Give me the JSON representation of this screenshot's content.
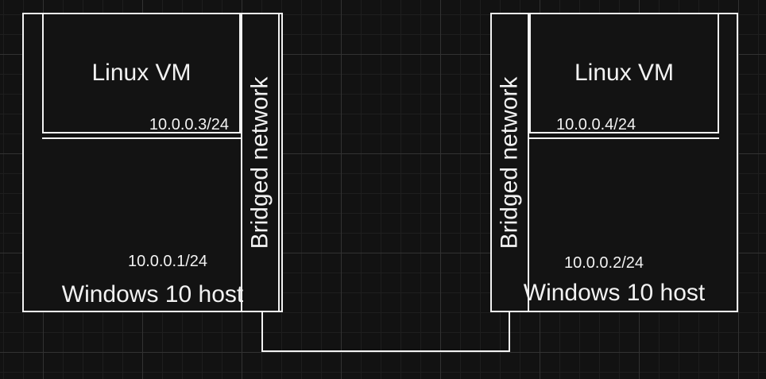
{
  "colors": {
    "canvas_bg": "#121212",
    "grid_minor": "#1e1e1e",
    "grid_major": "#323232",
    "stroke": "#f2f2f2",
    "box_fill": "#131313",
    "text": "#f2f2f2"
  },
  "hosts": [
    {
      "host_label": "Windows 10 host",
      "host_ip": "10.0.0.1/24",
      "vm_label": "Linux VM",
      "vm_ip": "10.0.0.3/24",
      "adapter_label": "Bridged network"
    },
    {
      "host_label": "Windows 10 host",
      "host_ip": "10.0.0.2/24",
      "vm_label": "Linux VM",
      "vm_ip": "10.0.0.4/24",
      "adapter_label": "Bridged network"
    }
  ]
}
